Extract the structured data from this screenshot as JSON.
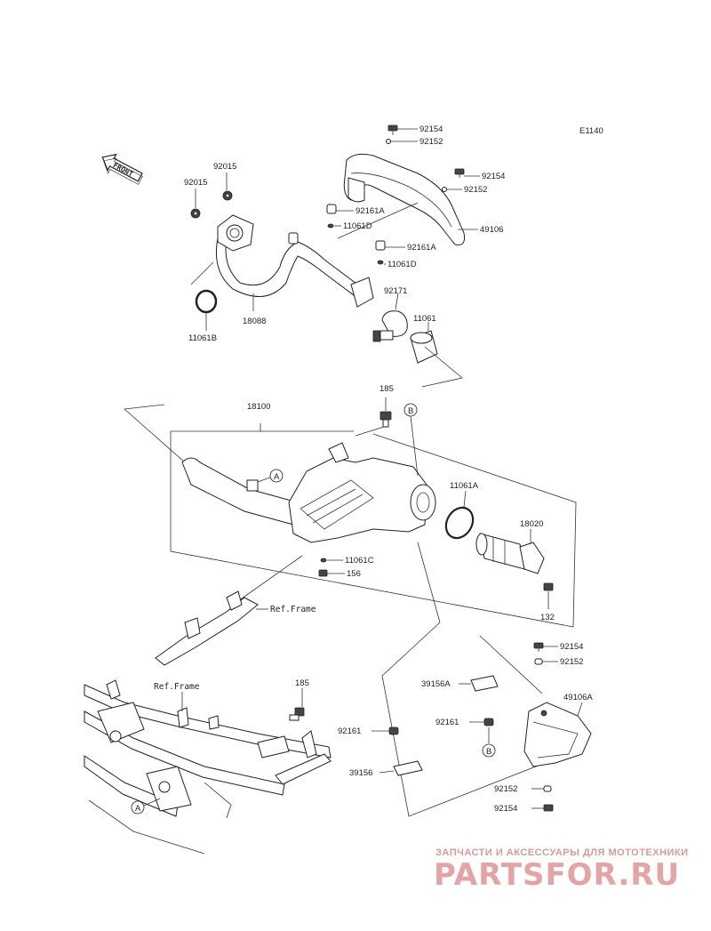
{
  "diagram_code": "E1140",
  "front_label": "FRONT",
  "parts": {
    "p92154_a": "92154",
    "p92152_a": "92152",
    "p92154_b": "92154",
    "p92152_b": "92152",
    "p92161A_a": "92161A",
    "p11061D_a": "11061D",
    "p49106": "49106",
    "p92161A_b": "92161A",
    "p11061D_b": "11061D",
    "p92015_a": "92015",
    "p92015_b": "92015",
    "p11061B": "11061B",
    "p18088": "18088",
    "p92171": "92171",
    "p11061": "11061",
    "p185_a": "185",
    "p18100": "18100",
    "p11061A": "11061A",
    "p18020": "18020",
    "p11061C": "11061C",
    "p156": "156",
    "p132": "132",
    "p92154_c": "92154",
    "p92152_c": "92152",
    "p39156A": "39156A",
    "p49106A": "49106A",
    "p92161_a": "92161",
    "p92161_b": "92161",
    "p185_b": "185",
    "p39156": "39156",
    "p92152_d": "92152",
    "p92154_d": "92154"
  },
  "refs": {
    "ref_frame_a": "Ref.Frame",
    "ref_frame_b": "Ref.Frame",
    "callout_a": "A",
    "callout_b": "B"
  },
  "watermark": {
    "tagline": "ЗАПЧАСТИ И АКСЕССУАРЫ ДЛЯ МОТОТЕХНИКИ",
    "brand": "PARTSFOR.RU"
  }
}
